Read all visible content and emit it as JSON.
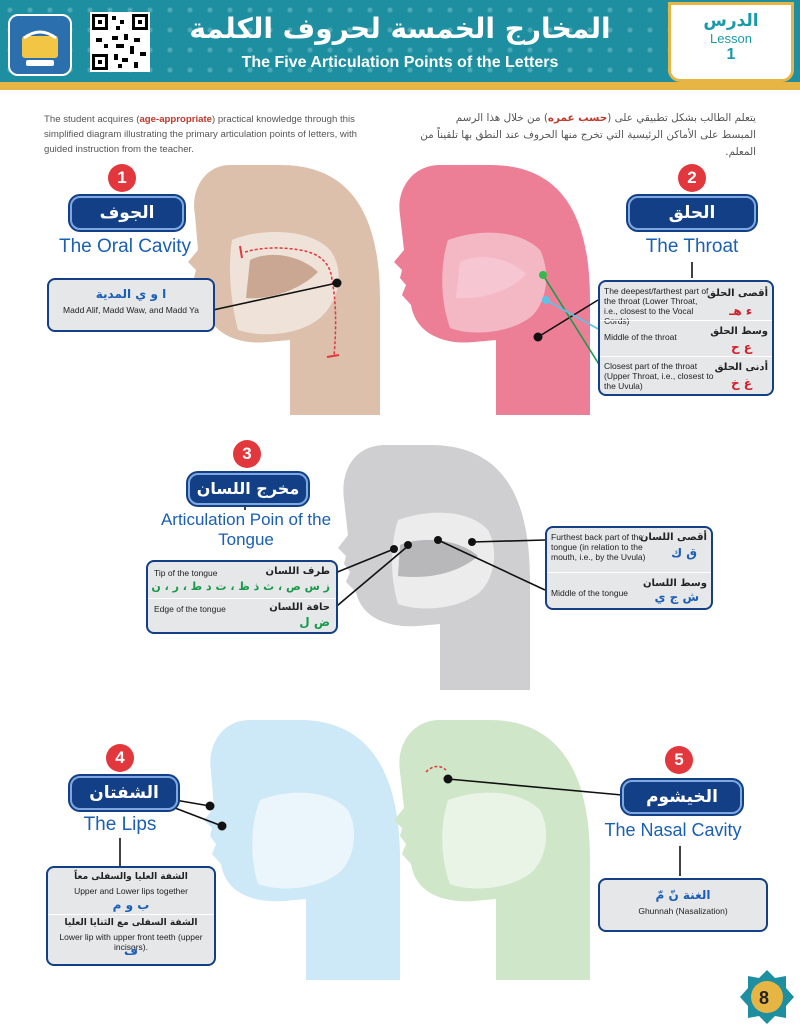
{
  "header": {
    "title_ar": "المخارج الخمسة لحروف الكلمة",
    "title_en": "The Five Articulation Points of the Letters",
    "lesson_ar": "الدرس",
    "lesson_en": "Lesson",
    "lesson_number": "1"
  },
  "intro": {
    "en_pre": "The student acquires (",
    "en_hl": "age-appropriate",
    "en_post": ") practical knowledge through this simplified diagram illustrating the primary articulation points of letters, with guided instruction from the teacher.",
    "ar_pre": "يتعلم الطالب بشكل تطبيقي على (",
    "ar_hl": "حسب عمره",
    "ar_post": ") من خلال هذا الرسم المبسط على الأماكن الرئيسية التي تخرج منها الحروف عند النطق بها تلقيناً من المعلم."
  },
  "sections": {
    "s1": {
      "num": "1",
      "title_ar": "الجوف",
      "title_en": "The Oral Cavity",
      "letters": "ا و ي المدية",
      "desc": "Madd Alif, Madd Waw, and Madd Ya"
    },
    "s2": {
      "num": "2",
      "title_ar": "الحلق",
      "title_en": "The Throat",
      "rows": [
        {
          "en": "The deepest/farthest part of the throat (Lower Throat, i.e., closest to the Vocal Cords)",
          "ar": "أقصى الحلق",
          "letters": "ء هـ"
        },
        {
          "en": "Middle of the throat",
          "ar": "وسط الحلق",
          "letters": "ع ح"
        },
        {
          "en": "Closest part of the throat (Upper Throat, i.e., closest to the Uvula)",
          "ar": "أدنى الحلق",
          "letters": "غ خ"
        }
      ]
    },
    "s3": {
      "num": "3",
      "title_ar": "مخرج اللسان",
      "title_en": "Articulation Poin of the Tongue",
      "left_rows": [
        {
          "en": "Tip of the tongue",
          "ar": "طرف اللسان",
          "letters": "ز س ص ، ث ذ ظ ، ت د ط ، ر ، ن"
        },
        {
          "en": "Edge of the tongue",
          "ar": "حافة اللسان",
          "letters": "ض ل"
        }
      ],
      "right_rows": [
        {
          "en": "Furthest back part of the tongue (in relation to the mouth, i.e., by the Uvula)",
          "ar": "أقصى اللسان",
          "letters": "ق ك"
        },
        {
          "en": "Middle of the tongue",
          "ar": "وسط اللسان",
          "letters": "ش ج ي"
        }
      ]
    },
    "s4": {
      "num": "4",
      "title_ar": "الشفتان",
      "title_en": "The Lips",
      "rows": [
        {
          "ar": "الشفة العليا والسفلى معاً",
          "en": "Upper and Lower lips together",
          "letters": "ب و م"
        },
        {
          "ar": "الشفة السفلى مع الثنايا العليا",
          "en": "Lower lip with upper front teeth (upper incisors).",
          "letters": "ف"
        }
      ]
    },
    "s5": {
      "num": "5",
      "title_ar": "الخيشوم",
      "title_en": "The Nasal Cavity",
      "letters": "الغنة نّ مّ",
      "desc": "Ghunnah (Nasalization)"
    }
  },
  "colors": {
    "header": "#1d8fa0",
    "gold": "#e7b544",
    "navy": "#123f85",
    "red": "#e2373c",
    "tan": "#dcc0ac",
    "pink": "#ec7f96",
    "gray": "#cfcfd1",
    "lightblue": "#cde8f7",
    "lightgreen": "#cfe6c9"
  },
  "page_number": "8"
}
